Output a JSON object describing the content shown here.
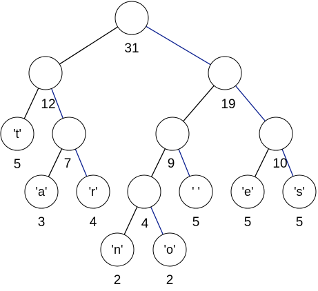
{
  "diagram": {
    "colors": {
      "left_edge": "#000000",
      "right_edge": "#0a1f8f",
      "node_fill": "#ffffff",
      "node_stroke": "#000000"
    },
    "nodes": [
      {
        "id": "root",
        "weight": "31",
        "label": ""
      },
      {
        "id": "n12",
        "weight": "12",
        "label": ""
      },
      {
        "id": "n19",
        "weight": "19",
        "label": ""
      },
      {
        "id": "t",
        "weight": "5",
        "label": "'t'"
      },
      {
        "id": "n7",
        "weight": "7",
        "label": ""
      },
      {
        "id": "n9",
        "weight": "9",
        "label": ""
      },
      {
        "id": "n10",
        "weight": "10",
        "label": ""
      },
      {
        "id": "a",
        "weight": "3",
        "label": "'a'"
      },
      {
        "id": "r",
        "weight": "4",
        "label": "'r'"
      },
      {
        "id": "n4",
        "weight": "4",
        "label": ""
      },
      {
        "id": "space",
        "weight": "5",
        "label": "' '"
      },
      {
        "id": "e",
        "weight": "5",
        "label": "'e'"
      },
      {
        "id": "s",
        "weight": "5",
        "label": "'s'"
      },
      {
        "id": "n",
        "weight": "2",
        "label": "'n'"
      },
      {
        "id": "o",
        "weight": "2",
        "label": "'o'"
      }
    ],
    "edges": [
      {
        "from": "root",
        "to": "n12",
        "side": "left"
      },
      {
        "from": "root",
        "to": "n19",
        "side": "right"
      },
      {
        "from": "n12",
        "to": "t",
        "side": "left"
      },
      {
        "from": "n12",
        "to": "n7",
        "side": "right"
      },
      {
        "from": "n7",
        "to": "a",
        "side": "left"
      },
      {
        "from": "n7",
        "to": "r",
        "side": "right"
      },
      {
        "from": "n19",
        "to": "n9",
        "side": "left"
      },
      {
        "from": "n19",
        "to": "n10",
        "side": "right"
      },
      {
        "from": "n9",
        "to": "n4",
        "side": "left"
      },
      {
        "from": "n9",
        "to": "space",
        "side": "right"
      },
      {
        "from": "n4",
        "to": "n",
        "side": "left"
      },
      {
        "from": "n4",
        "to": "o",
        "side": "right"
      },
      {
        "from": "n10",
        "to": "e",
        "side": "left"
      },
      {
        "from": "n10",
        "to": "s",
        "side": "right"
      }
    ]
  }
}
